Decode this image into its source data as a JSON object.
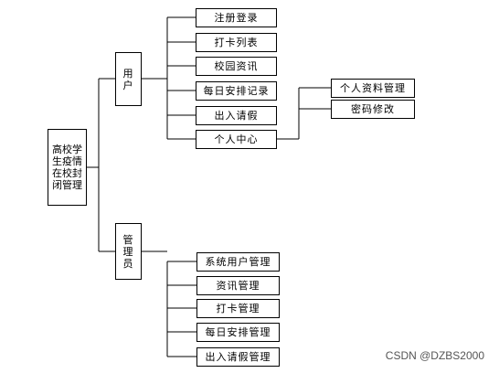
{
  "root": {
    "label": "高校学生疫情在校封闭管理"
  },
  "branches": [
    {
      "label": "用户",
      "children": [
        {
          "label": "注册登录"
        },
        {
          "label": "打卡列表"
        },
        {
          "label": "校园资讯"
        },
        {
          "label": "每日安排记录"
        },
        {
          "label": "出入请假"
        },
        {
          "label": "个人中心",
          "children": [
            {
              "label": "个人资料管理"
            },
            {
              "label": "密码修改"
            }
          ]
        }
      ]
    },
    {
      "label": "管理员",
      "children": [
        {
          "label": "系统用户管理"
        },
        {
          "label": "资讯管理"
        },
        {
          "label": "打卡管理"
        },
        {
          "label": "每日安排管理"
        },
        {
          "label": "出入请假管理"
        }
      ]
    }
  ],
  "watermark": "CSDN @DZBS2000"
}
